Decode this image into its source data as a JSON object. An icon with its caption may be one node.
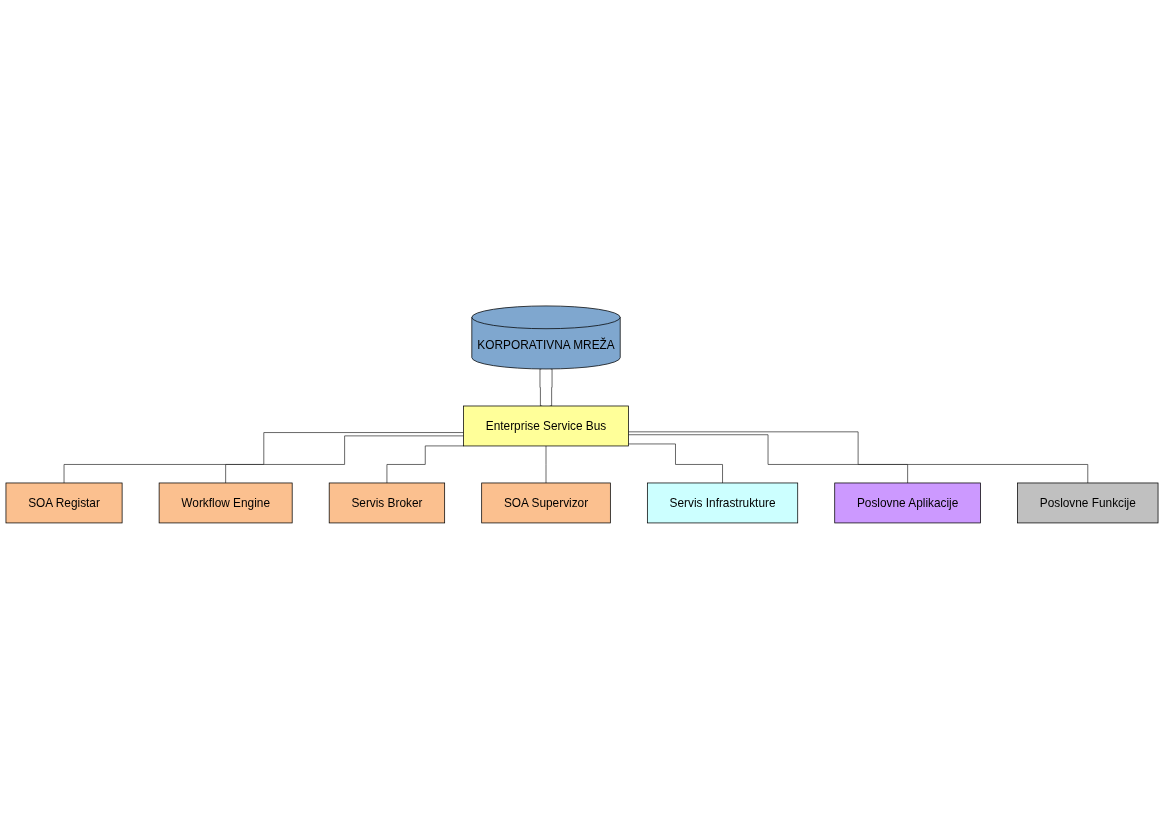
{
  "diagram": {
    "nodes": [
      {
        "text": [
          "KORPORATIVNA MREŽA"
        ]
      },
      {
        "text": [
          "Enterprise Service Bus"
        ]
      },
      {
        "text": [
          "SOA Registar"
        ]
      },
      {
        "text": [
          "Workflow Engine"
        ]
      },
      {
        "text": [
          "Servis Broker"
        ]
      },
      {
        "text": [
          "SOA Supervizor"
        ]
      },
      {
        "text": [
          "Servis Infrastrukture"
        ]
      },
      {
        "text": [
          "Poslovne Aplikacije"
        ]
      },
      {
        "text": [
          "Poslovne Funkcije"
        ]
      }
    ],
    "edges": [
      {
        "from": 0,
        "to": 1,
        "arrow": "none"
      },
      {
        "from": 0,
        "to": 1,
        "arrow": "none"
      },
      {
        "from": 1,
        "to": 2,
        "arrow": "none"
      },
      {
        "from": 1,
        "to": 3,
        "arrow": "none"
      },
      {
        "from": 1,
        "to": 4,
        "arrow": "none"
      },
      {
        "from": 1,
        "to": 5,
        "arrow": "none"
      },
      {
        "from": 1,
        "to": 6,
        "arrow": "none"
      },
      {
        "from": 1,
        "to": 7,
        "arrow": "none"
      },
      {
        "from": 1,
        "to": 8,
        "arrow": "none"
      }
    ]
  }
}
